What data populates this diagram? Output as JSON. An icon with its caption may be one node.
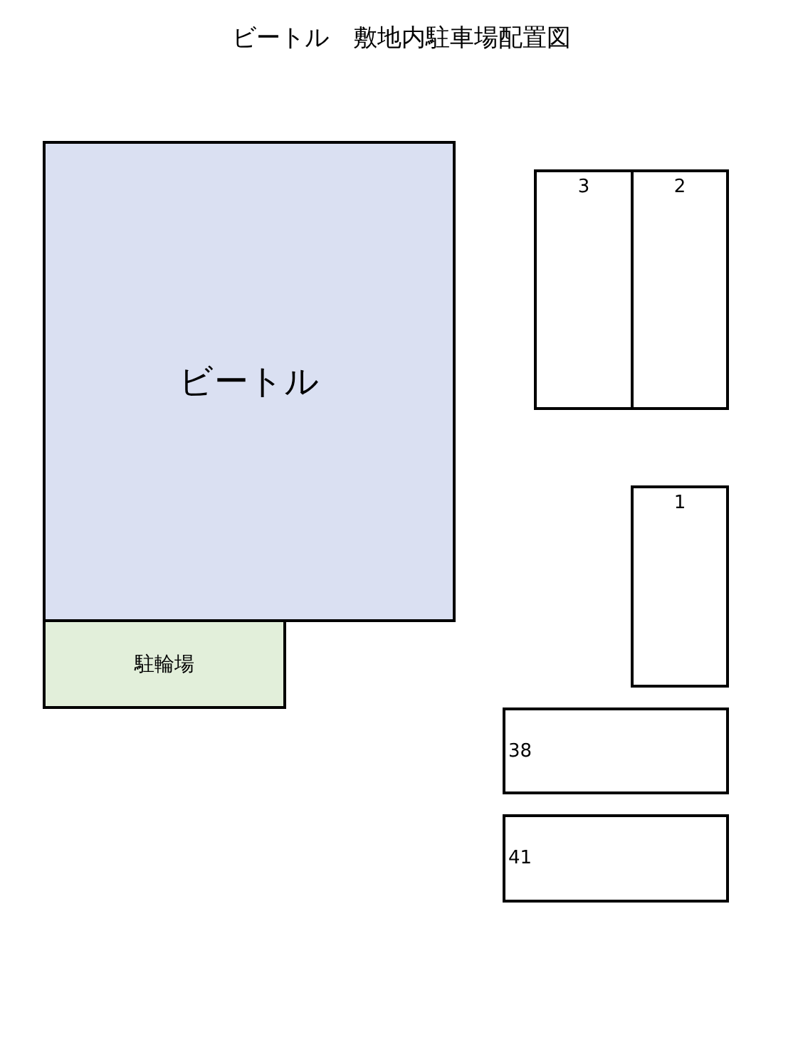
{
  "diagram": {
    "title": "ビートル　敷地内駐車場配置図",
    "nodes": [
      {
        "text": [
          "ビートル"
        ]
      },
      {
        "text": [
          "3"
        ]
      },
      {
        "text": [
          "2"
        ]
      },
      {
        "text": [
          "1"
        ]
      },
      {
        "text": [
          "駐輪場"
        ]
      },
      {
        "text": [
          "38"
        ]
      },
      {
        "text": [
          "41"
        ]
      }
    ],
    "edges": []
  }
}
